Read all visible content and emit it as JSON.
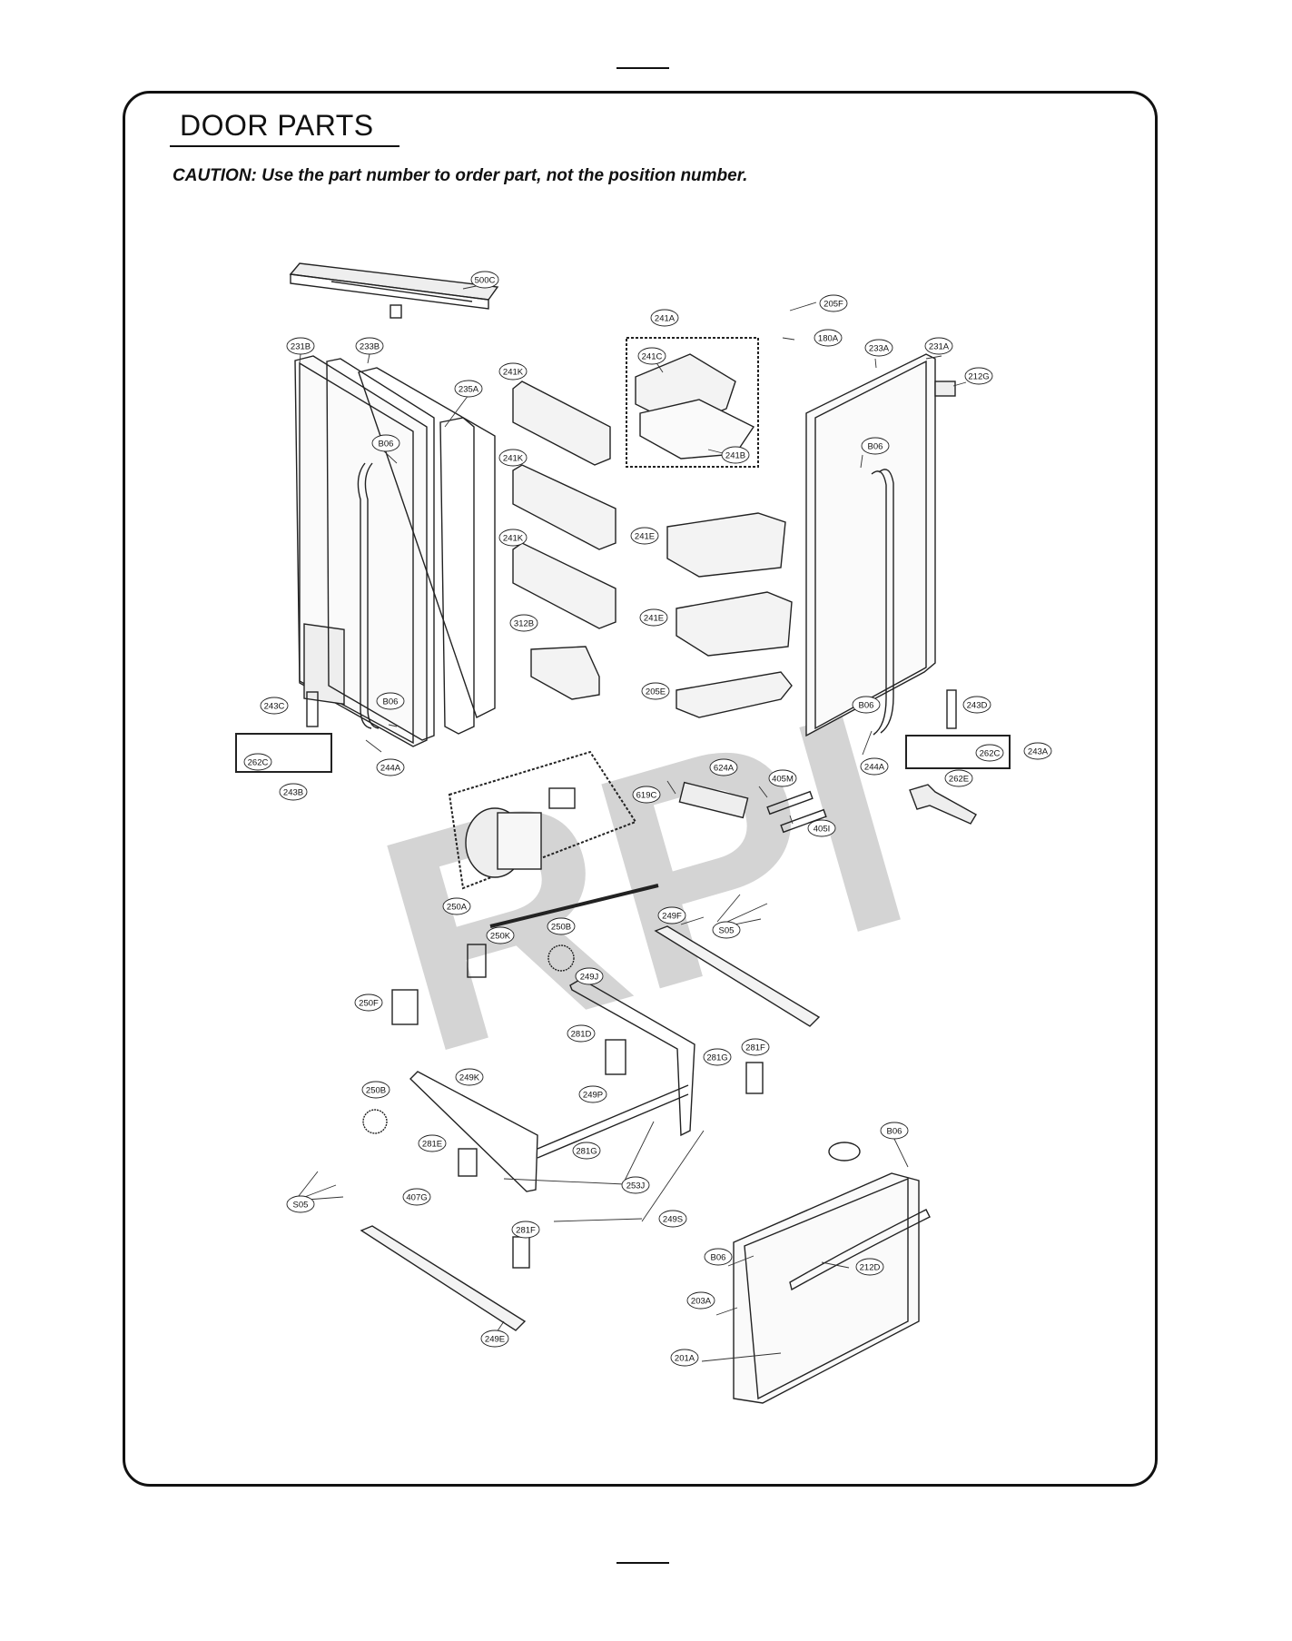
{
  "header": {
    "title": "DOOR PARTS",
    "caution": "CAUTION: Use the part number to order part, not the position number."
  },
  "watermark": "RPI",
  "callouts": [
    {
      "id": "c-500c",
      "label": "500C"
    },
    {
      "id": "c-205f",
      "label": "205F"
    },
    {
      "id": "c-241a",
      "label": "241A"
    },
    {
      "id": "c-180a",
      "label": "180A"
    },
    {
      "id": "c-231b",
      "label": "231B"
    },
    {
      "id": "c-233b",
      "label": "233B"
    },
    {
      "id": "c-241k-1",
      "label": "241K"
    },
    {
      "id": "c-241c",
      "label": "241C"
    },
    {
      "id": "c-233a",
      "label": "233A"
    },
    {
      "id": "c-231a",
      "label": "231A"
    },
    {
      "id": "c-212g",
      "label": "212G"
    },
    {
      "id": "c-235a",
      "label": "235A"
    },
    {
      "id": "c-b06-1",
      "label": "B06"
    },
    {
      "id": "c-241k-2",
      "label": "241K"
    },
    {
      "id": "c-241b",
      "label": "241B"
    },
    {
      "id": "c-b06-2",
      "label": "B06"
    },
    {
      "id": "c-241e-1",
      "label": "241E"
    },
    {
      "id": "c-241k-3",
      "label": "241K"
    },
    {
      "id": "c-241e-2",
      "label": "241E"
    },
    {
      "id": "c-312b",
      "label": "312B"
    },
    {
      "id": "c-205e",
      "label": "205E"
    },
    {
      "id": "c-243c",
      "label": "243C"
    },
    {
      "id": "c-b06-3",
      "label": "B06"
    },
    {
      "id": "c-b06-4",
      "label": "B06"
    },
    {
      "id": "c-243d",
      "label": "243D"
    },
    {
      "id": "c-262c-1",
      "label": "262C"
    },
    {
      "id": "c-244a-1",
      "label": "244A"
    },
    {
      "id": "c-243b",
      "label": "243B"
    },
    {
      "id": "c-262c-2",
      "label": "262C"
    },
    {
      "id": "c-243a",
      "label": "243A"
    },
    {
      "id": "c-244a-2",
      "label": "244A"
    },
    {
      "id": "c-624a",
      "label": "624A"
    },
    {
      "id": "c-405m",
      "label": "405M"
    },
    {
      "id": "c-619c",
      "label": "619C"
    },
    {
      "id": "c-262e",
      "label": "262E"
    },
    {
      "id": "c-405i",
      "label": "405I"
    },
    {
      "id": "c-250a",
      "label": "250A"
    },
    {
      "id": "c-249f",
      "label": "249F"
    },
    {
      "id": "c-s05-1",
      "label": "S05"
    },
    {
      "id": "c-250k",
      "label": "250K"
    },
    {
      "id": "c-250b-1",
      "label": "250B"
    },
    {
      "id": "c-249j",
      "label": "249J"
    },
    {
      "id": "c-250f",
      "label": "250F"
    },
    {
      "id": "c-281d",
      "label": "281D"
    },
    {
      "id": "c-281f-1",
      "label": "281F"
    },
    {
      "id": "c-281g-1",
      "label": "281G"
    },
    {
      "id": "c-249k",
      "label": "249K"
    },
    {
      "id": "c-250b-2",
      "label": "250B"
    },
    {
      "id": "c-249p",
      "label": "249P"
    },
    {
      "id": "c-b06-5",
      "label": "B06"
    },
    {
      "id": "c-281e",
      "label": "281E"
    },
    {
      "id": "c-281g-2",
      "label": "281G"
    },
    {
      "id": "c-253j",
      "label": "253J"
    },
    {
      "id": "c-s05-2",
      "label": "S05"
    },
    {
      "id": "c-407g",
      "label": "407G"
    },
    {
      "id": "c-249s",
      "label": "249S"
    },
    {
      "id": "c-281f-2",
      "label": "281F"
    },
    {
      "id": "c-b06-6",
      "label": "B06"
    },
    {
      "id": "c-212d",
      "label": "212D"
    },
    {
      "id": "c-203a",
      "label": "203A"
    },
    {
      "id": "c-201a",
      "label": "201A"
    },
    {
      "id": "c-249e",
      "label": "249E"
    }
  ]
}
